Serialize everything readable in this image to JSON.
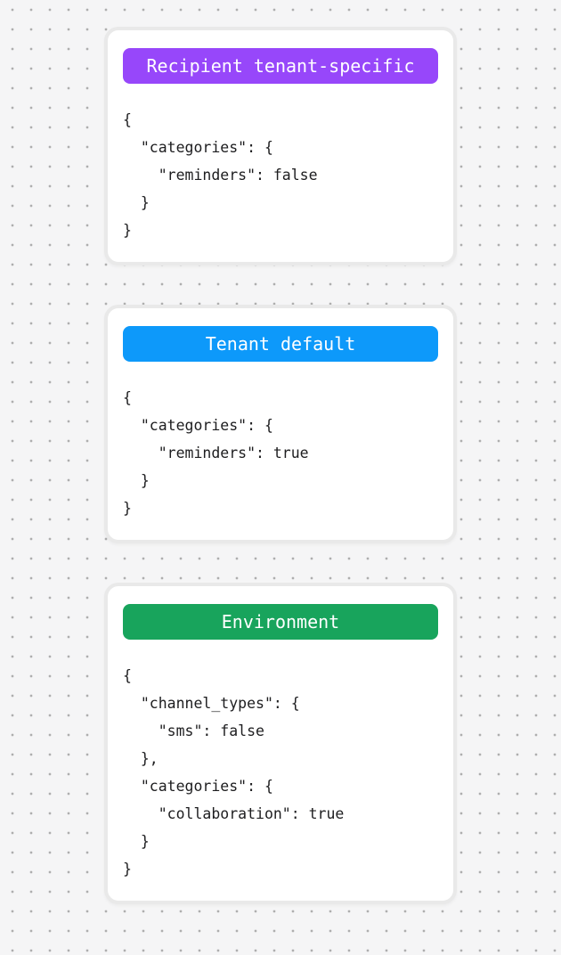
{
  "background": {
    "base_color": "#f5f5f6",
    "dot_color": "#aeaeae"
  },
  "cards": [
    {
      "badge": {
        "label": "Recipient tenant-specific",
        "color": "#9747fa"
      },
      "code": "{\n  \"categories\": {\n    \"reminders\": false\n  }\n}"
    },
    {
      "badge": {
        "label": "Tenant default",
        "color": "#0d99fa"
      },
      "code": "{\n  \"categories\": {\n    \"reminders\": true\n  }\n}"
    },
    {
      "badge": {
        "label": "Environment",
        "color": "#18a45c"
      },
      "code": "{\n  \"channel_types\": {\n    \"sms\": false\n  },\n  \"categories\": {\n    \"collaboration\": true\n  }\n}"
    }
  ]
}
